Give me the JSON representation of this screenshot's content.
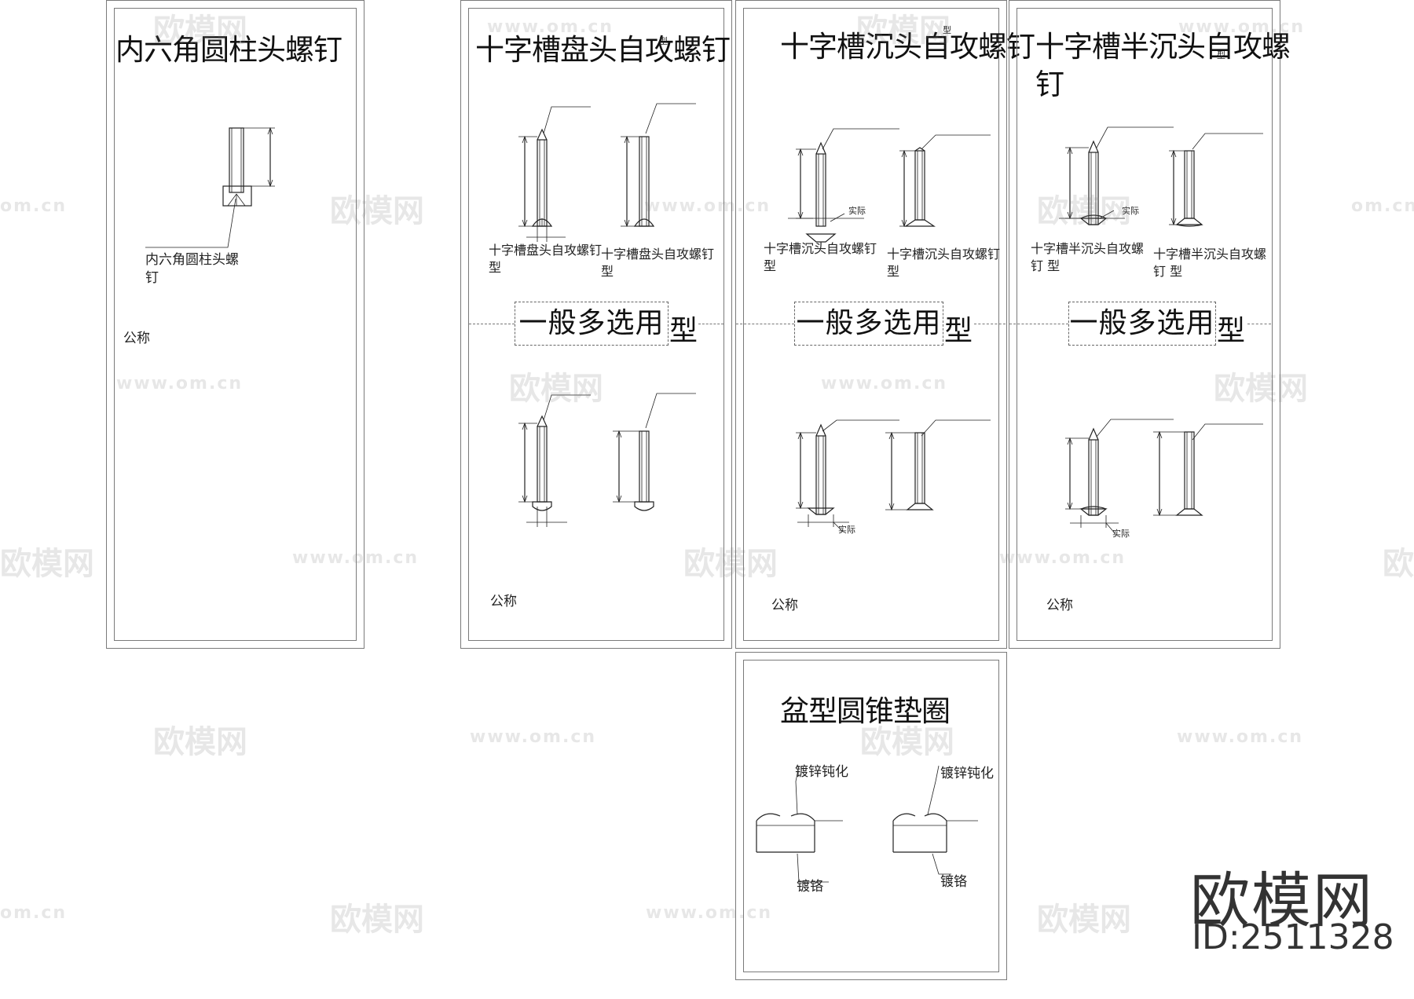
{
  "panels": {
    "hex": {
      "title": "内六角圆柱头螺钉",
      "leader_label": "内六角圆柱头螺\n钉",
      "note": "公称"
    },
    "pan": {
      "title": "十字槽盘头自攻螺钉",
      "title_mark": "型",
      "label_a": "十字槽盘头自攻螺钉\n型",
      "label_b": "十字槽盘头自攻螺钉\n型",
      "select_text": "一般多选用",
      "select_suffix": "型",
      "note": "公称"
    },
    "countersunk": {
      "title": "十字槽沉头自攻螺钉",
      "title_mark": "型",
      "label_a": "十字槽沉头自攻螺钉\n型",
      "label_b": "十字槽沉头自攻螺钉\n型",
      "actual_upper": "实际",
      "actual_lower": "实际",
      "select_text": "一般多选用",
      "select_suffix": "型",
      "note": "公称"
    },
    "semi": {
      "title": "十字槽半沉头自攻螺\n钉",
      "title_mark": "型",
      "label_a": "十字槽半沉头自攻螺\n钉 型",
      "label_b": "十字槽半沉头自攻螺\n钉 型",
      "actual_upper": "实际",
      "actual_lower": "实际",
      "select_text": "一般多选用",
      "select_suffix": "型",
      "note": "公称"
    },
    "washer": {
      "title": "盆型圆锥垫圈",
      "left_top": "镀锌钝化",
      "left_bottom": "镀铬",
      "right_top": "镀锌钝化",
      "right_bottom": "镀铬"
    }
  },
  "watermark": {
    "brand": "欧模网",
    "url": "www.om.cn",
    "url_short": "om.cn",
    "id": "ID:2511328"
  }
}
